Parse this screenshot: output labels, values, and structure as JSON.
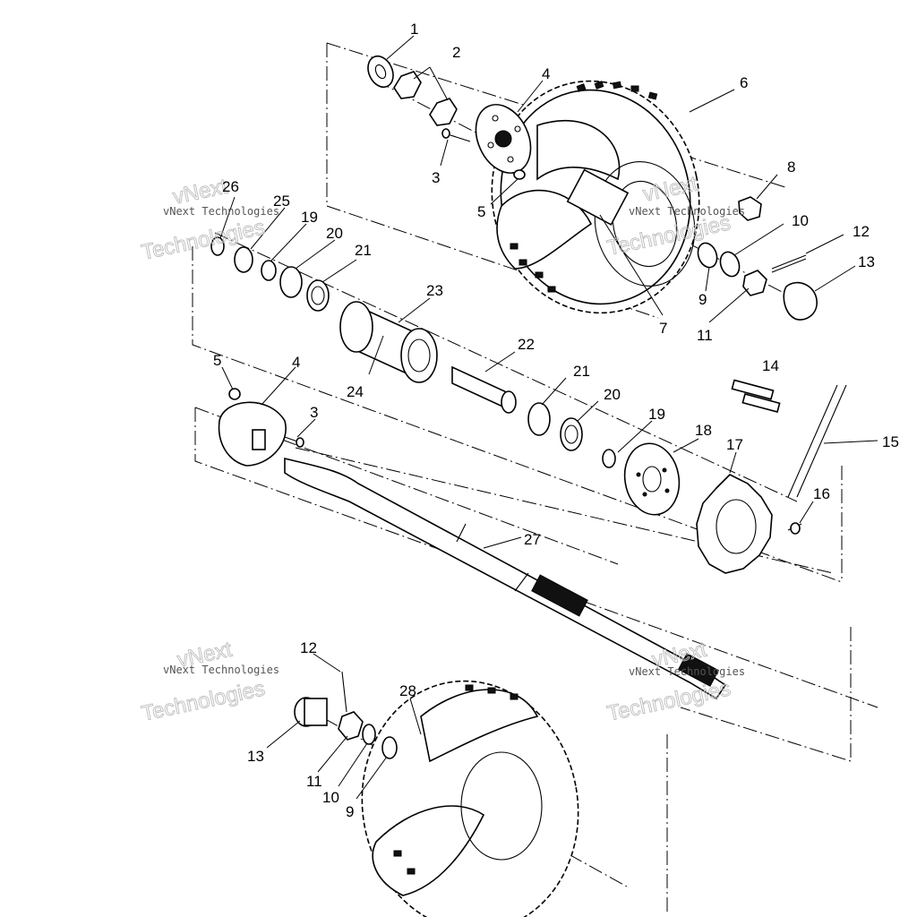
{
  "watermark": {
    "line1": "vNext Technologies",
    "word_a": "vNext",
    "word_b": "Technologies"
  },
  "callouts": [
    {
      "id": "c1",
      "text": "1"
    },
    {
      "id": "c2",
      "text": "2"
    },
    {
      "id": "c3a",
      "text": "3"
    },
    {
      "id": "c4a",
      "text": "4"
    },
    {
      "id": "c5a",
      "text": "5"
    },
    {
      "id": "c6",
      "text": "6"
    },
    {
      "id": "c7",
      "text": "7"
    },
    {
      "id": "c8",
      "text": "8"
    },
    {
      "id": "c9a",
      "text": "9"
    },
    {
      "id": "c10a",
      "text": "10"
    },
    {
      "id": "c11a",
      "text": "11"
    },
    {
      "id": "c12a",
      "text": "12"
    },
    {
      "id": "c13a",
      "text": "13"
    },
    {
      "id": "c14",
      "text": "14"
    },
    {
      "id": "c15",
      "text": "15"
    },
    {
      "id": "c16",
      "text": "16"
    },
    {
      "id": "c17",
      "text": "17"
    },
    {
      "id": "c18",
      "text": "18"
    },
    {
      "id": "c19a",
      "text": "19"
    },
    {
      "id": "c20a",
      "text": "20"
    },
    {
      "id": "c21a",
      "text": "21"
    },
    {
      "id": "c22",
      "text": "22"
    },
    {
      "id": "c23",
      "text": "23"
    },
    {
      "id": "c24",
      "text": "24"
    },
    {
      "id": "c25",
      "text": "25"
    },
    {
      "id": "c26",
      "text": "26"
    },
    {
      "id": "c19b",
      "text": "19"
    },
    {
      "id": "c20b",
      "text": "20"
    },
    {
      "id": "c21b",
      "text": "21"
    },
    {
      "id": "c5b",
      "text": "5"
    },
    {
      "id": "c4b",
      "text": "4"
    },
    {
      "id": "c3b",
      "text": "3"
    },
    {
      "id": "c27",
      "text": "27"
    },
    {
      "id": "c12b",
      "text": "12"
    },
    {
      "id": "c28",
      "text": "28"
    },
    {
      "id": "c13b",
      "text": "13"
    },
    {
      "id": "c11b",
      "text": "11"
    },
    {
      "id": "c10b",
      "text": "10"
    },
    {
      "id": "c9b",
      "text": "9"
    }
  ]
}
